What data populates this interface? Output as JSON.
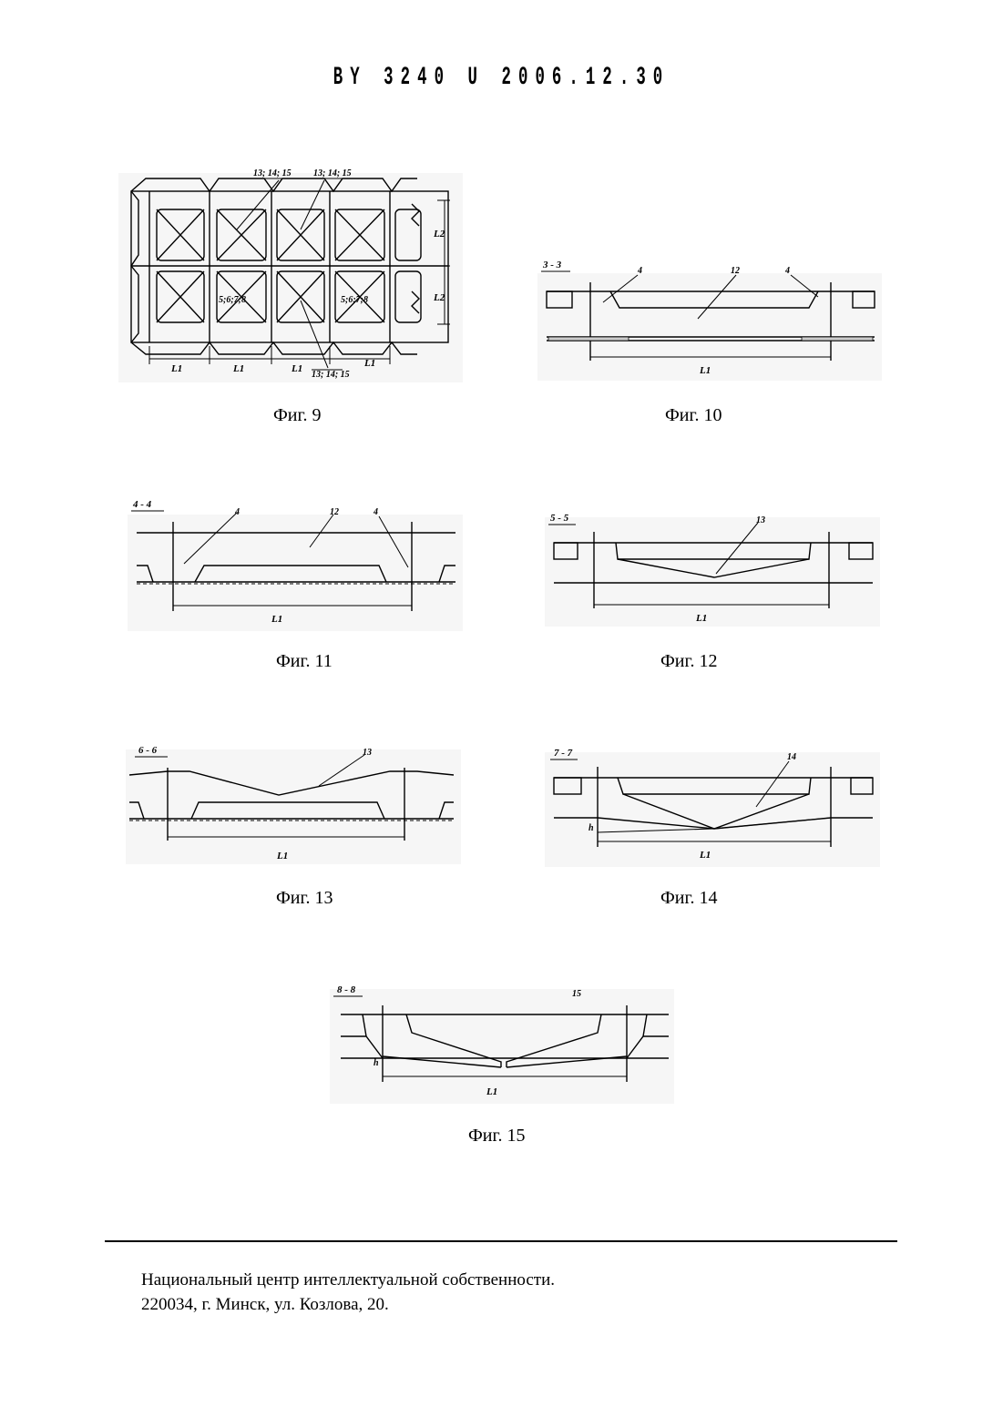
{
  "header": "BY 3240 U 2006.12.30",
  "figures": {
    "fig9": {
      "caption": "Фиг. 9",
      "callouts": [
        "13; 14; 15",
        "13; 14; 15",
        "13; 14; 15"
      ],
      "inner_labels": [
        "5;6;7;8",
        "5;6;7;8"
      ],
      "dims_L1": [
        "L1",
        "L1",
        "L1",
        "L1"
      ],
      "dims_L2": [
        "L2",
        "L2"
      ]
    },
    "fig10": {
      "caption": "Фиг. 10",
      "section": "3 - 3",
      "labels": [
        "4",
        "12",
        "4"
      ],
      "dim": "L1"
    },
    "fig11": {
      "caption": "Фиг. 11",
      "section": "4 - 4",
      "labels": [
        "4",
        "12",
        "4"
      ],
      "dim": "L1"
    },
    "fig12": {
      "caption": "Фиг. 12",
      "section": "5 - 5",
      "labels": [
        "13"
      ],
      "dim": "L1"
    },
    "fig13": {
      "caption": "Фиг. 13",
      "section": "6 - 6",
      "labels": [
        "13"
      ],
      "dim": "L1"
    },
    "fig14": {
      "caption": "Фиг. 14",
      "section": "7 - 7",
      "labels": [
        "14",
        "h"
      ],
      "dim": "L1"
    },
    "fig15": {
      "caption": "Фиг. 15",
      "section": "8 - 8",
      "labels": [
        "15",
        "h"
      ],
      "dim": "L1"
    }
  },
  "footer": {
    "line1": "Национальный центр интеллектуальной собственности.",
    "line2": "220034, г. Минск, ул. Козлова, 20."
  }
}
